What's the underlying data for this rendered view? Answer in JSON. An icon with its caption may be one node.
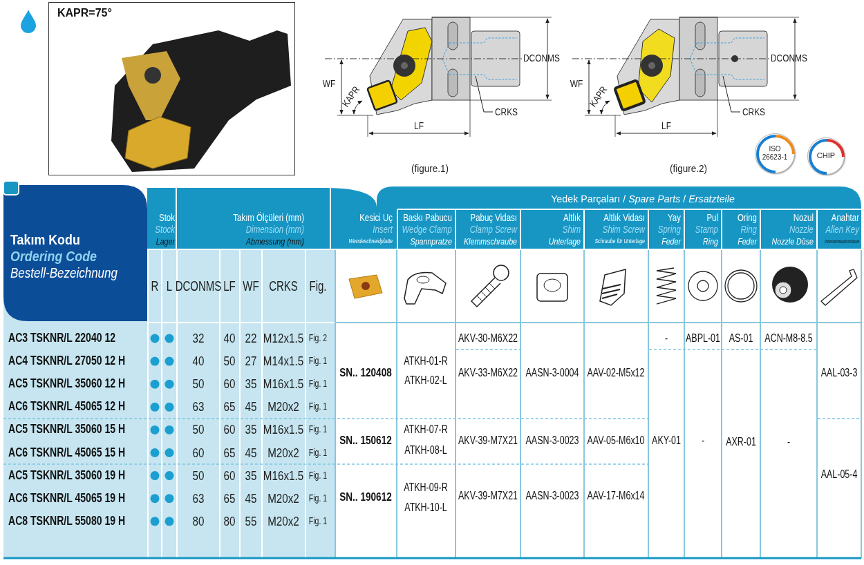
{
  "diagram": {
    "nodes": [
      {
        "text": [
          "KAPR=75°"
        ]
      },
      {
        "text": [
          "CRKS"
        ]
      },
      {
        "text": [
          "CRKS"
        ]
      },
      {
        "text": [
          "ISO 26623-1"
        ]
      },
      {
        "text": [
          "CHIP"
        ]
      }
    ],
    "edges": [
      {
        "from": 1,
        "to": null,
        "arrow": "none"
      },
      {
        "from": 2,
        "to": null,
        "arrow": "none"
      }
    ],
    "labels": [
      "DCONMS",
      "WF",
      "KAPR",
      "LF",
      "(figure.1)",
      "DCONMS",
      "WF",
      "KAPR",
      "LF",
      "(figure.2)",
      "Yedek Parçaları / *Spare Parts* / *Ersatzteile*",
      "Takım Kodu",
      "Ordering Code",
      "Bestell-Bezeichnung",
      "Stok",
      "Stock",
      "Lager",
      "Takım Ölçüleri (mm)",
      "Dimension (mm)",
      "Abmessung (mm)",
      "Kesici Uç",
      "Insert",
      "Wendeschneidplatte",
      "Baskı Pabucu",
      "Wedge Clamp",
      "Spannpratze",
      "Pabuç Vidası",
      "Clamp Screw",
      "Klemmschraube",
      "Altlık",
      "Shim",
      "Unterlage",
      "Altlık Vidası",
      "Shim Screw",
      "Schraube für Unterlage",
      "Yay",
      "Spring",
      "Feder",
      "Pul",
      "Stamp",
      "Ring",
      "Oring",
      "Ring",
      "Feder",
      "Nozul",
      "Nozzle",
      "Nozzle Düse",
      "Anahtar",
      "Allen Key",
      "Innensechskantschlüssel",
      "R",
      "L",
      "DCONMS",
      "LF",
      "WF",
      "CRKS",
      "Fig.",
      "AC3 TSKNR/L 22040 12",
      "32",
      "40",
      "22",
      "M12x1.5",
      "Fig. 2",
      "SN.. 120408",
      "ATKH-01-R",
      "ATKH-02-L",
      "AKV-30-M6X22",
      "AASN-3-0004",
      "AAV-02-M5x12",
      "-",
      "ABPL-01",
      "AS-01",
      "ACN-M8-8.5",
      "AAL-03-3",
      "AC4 TSKNR/L 27050 12 H",
      "40",
      "50",
      "27",
      "M14x1.5",
      "Fig. 1",
      "AKV-33-M6X22",
      "AKY-01",
      "-",
      "AXR-01",
      "-",
      "AC5 TSKNR/L 35060 12 H",
      "50",
      "60",
      "35",
      "M16x1.5",
      "Fig. 1",
      "AC6 TSKNR/L 45065 12 H",
      "63",
      "65",
      "45",
      "M20x2",
      "Fig. 1",
      "AC5 TSKNR/L 35060 15 H",
      "50",
      "60",
      "35",
      "M16x1.5",
      "Fig. 1",
      "SN.. 150612",
      "ATKH-07-R",
      "ATKH-08-L",
      "AKV-39-M7X21",
      "AASN-3-0023",
      "AAV-05-M6x10",
      "AAL-05-4",
      "AC6 TSKNR/L 45065 15 H",
      "60",
      "65",
      "45",
      "M20x2",
      "Fig. 1",
      "AC5 TSKNR/L 35060 19 H",
      "50",
      "60",
      "35",
      "M16x1.5",
      "Fig. 1",
      "AC6 TSKNR/L 45065 19 H",
      "63",
      "65",
      "45",
      "M20x2",
      "Fig. 1",
      "SN.. 190612",
      "ATKH-09-R",
      "ATKH-10-L",
      "AKV-39-M7X21",
      "AASN-3-0023",
      "AAV-17-M6x14",
      "AC8 TSKNR/L 55080 19 H",
      "80",
      "80",
      "55",
      "M20x2",
      "Fig. 1"
    ]
  }
}
